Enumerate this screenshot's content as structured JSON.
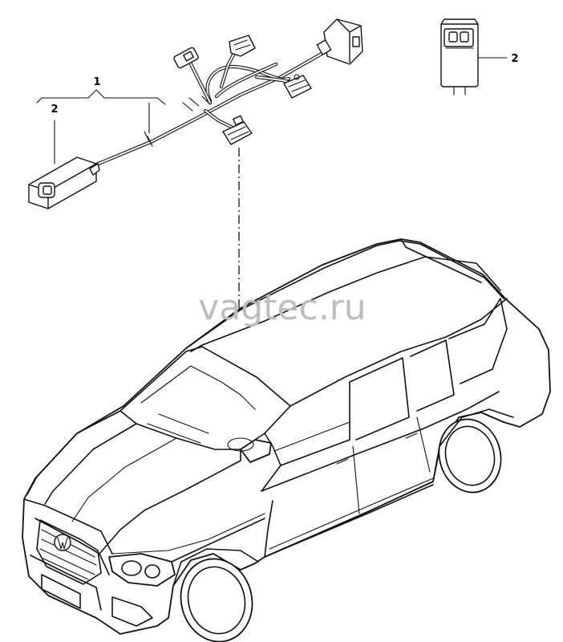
{
  "watermark": "vagtec.ru",
  "callouts": {
    "harness_label": "1",
    "module_label_left": "2",
    "module_label_right": "2"
  }
}
